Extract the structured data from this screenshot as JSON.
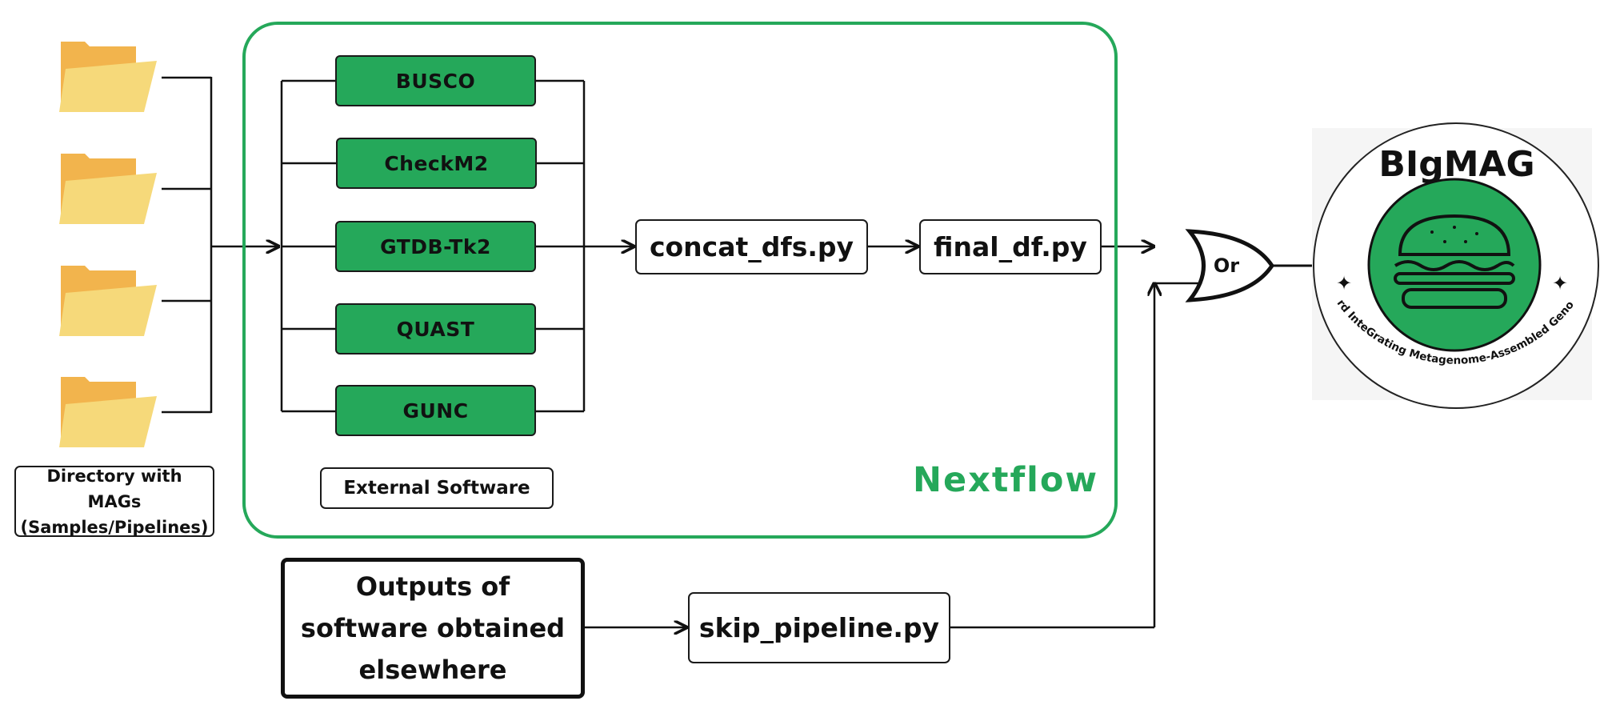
{
  "colors": {
    "accent": "#25a85a",
    "stroke": "#1a1a1a",
    "folder": "#f6d97a",
    "folder_back": "#f2b44d"
  },
  "inputs": {
    "folder_icon": "folder-icon",
    "folder_count": 4,
    "label": "Directory with MAGs (Samples/Pipelines)"
  },
  "nextflow": {
    "title": "Nextflow",
    "tools": [
      "BUSCO",
      "CheckM2",
      "GTDB-Tk2",
      "QUAST",
      "GUNC"
    ],
    "external_label": "External Software",
    "concat_script": "concat_dfs.py",
    "final_script": "final_df.py"
  },
  "alternate": {
    "outputs_text": "Outputs of software obtained elsewhere",
    "skip_script": "skip_pipeline.py"
  },
  "gate": {
    "label": "Or"
  },
  "logo": {
    "title": "BIgMAG",
    "subtitle": "Board InteGrating Metagenome-Assembled Genomes",
    "icon": "burger-icon"
  }
}
